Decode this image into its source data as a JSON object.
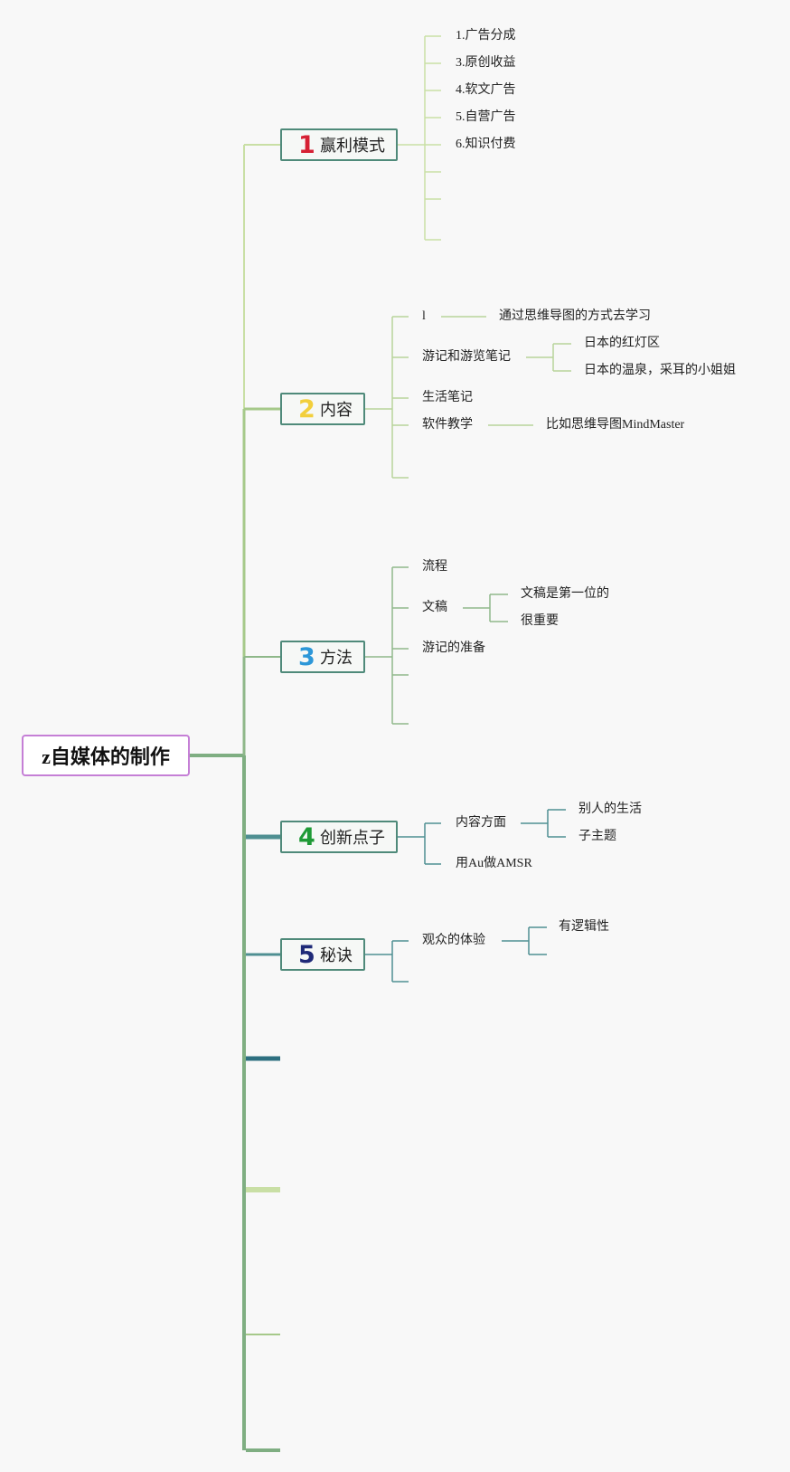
{
  "root": {
    "label": "z自媒体的制作"
  },
  "branches": [
    {
      "number": "1",
      "label": "赢利模式",
      "number_color": "#d62034",
      "items": [
        "1.广告分成",
        "3.原创收益",
        "4.软文广告",
        "5.自营广告",
        "6.知识付费"
      ]
    },
    {
      "number": "2",
      "label": "内容",
      "number_color": "#f2cf3c",
      "items": [
        {
          "label": "l",
          "child": "通过思维导图的方式去学习"
        },
        {
          "label": "游记和游览笔记",
          "children": [
            "日本的红灯区",
            "日本的温泉，采耳的小姐姐"
          ]
        },
        {
          "label": "生活笔记"
        },
        {
          "label": "软件教学",
          "child": "比如思维导图MindMaster"
        }
      ]
    },
    {
      "number": "3",
      "label": "方法",
      "number_color": "#2c97d8",
      "items": [
        {
          "label": "流程"
        },
        {
          "label": "文稿",
          "children": [
            "文稿是第一位的",
            "很重要"
          ]
        },
        {
          "label": "游记的准备"
        }
      ]
    },
    {
      "number": "4",
      "label": "创新点子",
      "number_color": "#1f9a36",
      "items": [
        {
          "label": "内容方面",
          "children": [
            "别人的生活",
            "子主题"
          ]
        },
        {
          "label": "用Au做AMSR"
        }
      ]
    },
    {
      "number": "5",
      "label": "秘诀",
      "number_color": "#1f2a78",
      "items": [
        {
          "label": "观众的体验",
          "children": [
            "有逻辑性"
          ]
        }
      ]
    }
  ],
  "colors": {
    "branch_light": "#c9dfa5",
    "branch_mid": "#a6c98a",
    "branch_green": "#7fae82",
    "branch_teal": "#4f8f92",
    "branch_dark_teal": "#2d6f80",
    "root_border": "#c57fd6",
    "topic_border": "#4f8a7a"
  }
}
